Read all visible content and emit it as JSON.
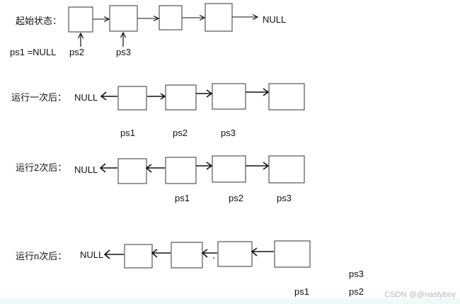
{
  "sections": {
    "initial": {
      "label": "起始状态：",
      "null_label": "NULL",
      "pointers": {
        "ps1": "ps1 =NULL",
        "ps2": "ps2",
        "ps3": "ps3"
      }
    },
    "after1": {
      "label": "运行一次后：",
      "null_label": "NULL",
      "pointers": {
        "ps1": "ps1",
        "ps2": "ps2",
        "ps3": "ps3"
      }
    },
    "after2": {
      "label": "运行2次后：",
      "null_label": "NULL",
      "pointers": {
        "ps1": "ps1",
        "ps2": "ps2",
        "ps3": "ps3"
      }
    },
    "aftern": {
      "label": "运行n次后：",
      "null_label": "NULL",
      "pointers": {
        "ps1": "ps1",
        "ps2": "ps2",
        "ps3": "ps3"
      }
    }
  },
  "watermark": "CSDN @@nastyboy"
}
